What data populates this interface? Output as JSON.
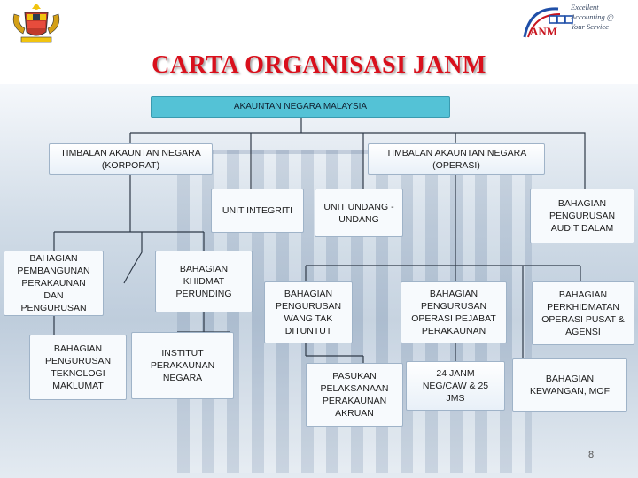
{
  "header": {
    "title": "CARTA ORGANISASI JANM",
    "logo_text": "ANM",
    "logo_tagline": [
      "Excellent",
      "Accounting @",
      "Your Service"
    ]
  },
  "org": {
    "root": "AKAUNTAN NEGARA MALAYSIA",
    "deputy_corporate": [
      "TIMBALAN AKAUNTAN NEGARA",
      "(KORPORAT)"
    ],
    "deputy_operations": [
      "TIMBALAN AKAUNTAN NEGARA",
      "(OPERASI)"
    ],
    "unit_integrity": [
      "UNIT INTEGRITI"
    ],
    "unit_legal": [
      "UNIT UNDANG -",
      "UNDANG"
    ],
    "audit_division": [
      "BAHAGIAN",
      "PENGURUSAN",
      "AUDIT DALAM"
    ],
    "corporate_units": [
      [
        "BAHAGIAN",
        "PEMBANGUNAN",
        "PERAKAUNAN",
        "DAN",
        "PENGURUSAN"
      ],
      [
        "BAHAGIAN",
        "KHIDMAT",
        "PERUNDING"
      ],
      [
        "BAHAGIAN",
        "PENGURUSAN",
        "TEKNOLOGI",
        "MAKLUMAT"
      ],
      [
        "INSTITUT",
        "PERAKAUNAN",
        "NEGARA"
      ]
    ],
    "operations_units": [
      [
        "BAHAGIAN",
        "PENGURUSAN",
        "WANG TAK",
        "DITUNTUT"
      ],
      [
        "BAHAGIAN",
        "PENGURUSAN",
        "OPERASI PEJABAT",
        "PERAKAUNAN"
      ],
      [
        "BAHAGIAN",
        "PERKHIDMATAN",
        "OPERASI PUSAT &",
        "AGENSI"
      ],
      [
        "PASUKAN",
        "PELAKSANAAN",
        "PERAKAUNAN",
        "AKRUAN"
      ],
      [
        "24 JANM",
        "NEG/CAW & 25",
        "JMS"
      ],
      [
        "BAHAGIAN",
        "KEWANGAN, MOF"
      ]
    ]
  },
  "footer": {
    "page_number": "8"
  },
  "colors": {
    "title": "#d9101c",
    "root_fill": "#54c2d6",
    "connector": "#2f3a48"
  }
}
